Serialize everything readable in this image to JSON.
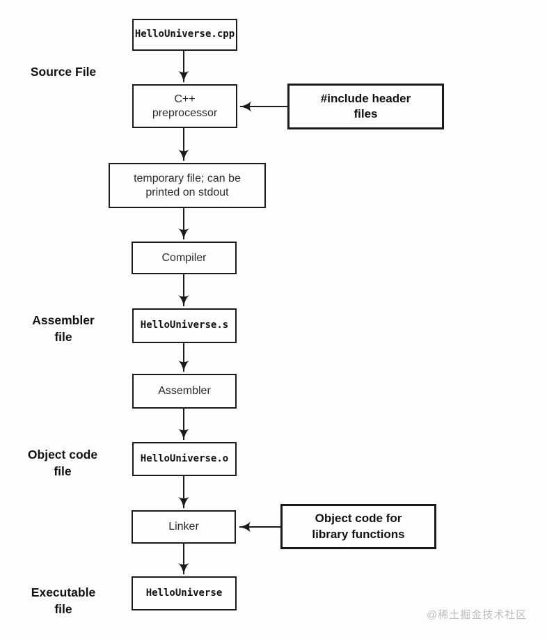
{
  "colors": {
    "stroke": "#1a1a1a",
    "background": "#fdfdfd",
    "watermark_text": "#bdbdbd"
  },
  "nodes": [
    {
      "id": "source-file-node",
      "lines": [
        "HelloUniverse.cpp"
      ]
    },
    {
      "id": "preprocessor-node",
      "lines": [
        "C++",
        "preprocessor"
      ]
    },
    {
      "id": "temp-file-node",
      "lines": [
        "temporary file; can be",
        "printed on stdout"
      ]
    },
    {
      "id": "compiler-node",
      "lines": [
        "Compiler"
      ]
    },
    {
      "id": "assembler-file-node",
      "lines": [
        "HelloUniverse.s"
      ]
    },
    {
      "id": "assembler-node",
      "lines": [
        "Assembler"
      ]
    },
    {
      "id": "object-file-node",
      "lines": [
        "HelloUniverse.o"
      ]
    },
    {
      "id": "linker-node",
      "lines": [
        "Linker"
      ]
    },
    {
      "id": "executable-node",
      "lines": [
        "HelloUniverse"
      ]
    }
  ],
  "annotations": [
    {
      "id": "include-headers-annotation",
      "lines": [
        "#include header",
        "files"
      ]
    },
    {
      "id": "library-object-annotation",
      "lines": [
        "Object code for",
        "library functions"
      ]
    }
  ],
  "side_labels": [
    {
      "id": "source-file-label",
      "lines": [
        "Source File"
      ]
    },
    {
      "id": "assembler-file-label",
      "lines": [
        "Assembler",
        "file"
      ]
    },
    {
      "id": "object-code-file-label",
      "lines": [
        "Object code",
        "file"
      ]
    },
    {
      "id": "executable-file-label",
      "lines": [
        "Executable",
        "file"
      ]
    }
  ],
  "watermark": "@稀土掘金技术社区"
}
